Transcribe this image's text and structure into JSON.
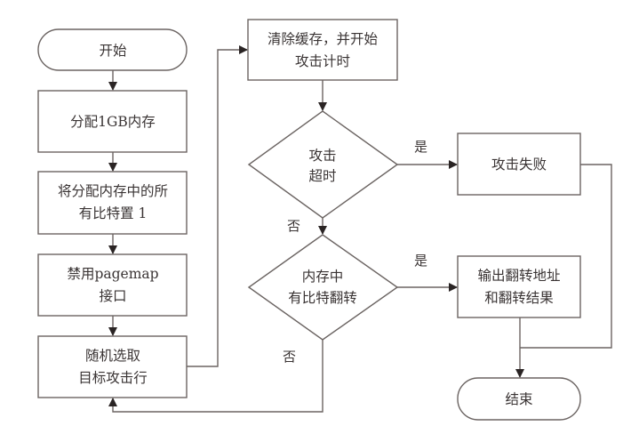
{
  "diagram": {
    "type": "flowchart",
    "nodes": {
      "start": {
        "shape": "terminator",
        "lines": [
          "开始"
        ]
      },
      "alloc": {
        "shape": "process",
        "lines": [
          "分配1GB内存"
        ]
      },
      "set_bits": {
        "shape": "process",
        "lines": [
          "将分配内存中的所",
          "有比特置 1"
        ]
      },
      "disable_pagemap": {
        "shape": "process",
        "lines": [
          "禁用pagemap",
          "接口"
        ]
      },
      "select_row": {
        "shape": "process",
        "lines": [
          "随机选取",
          "目标攻击行"
        ]
      },
      "clear_cache": {
        "shape": "process",
        "lines": [
          "清除缓存，并开始",
          "攻击计时"
        ]
      },
      "timeout": {
        "shape": "decision",
        "lines": [
          "攻击",
          "超时"
        ]
      },
      "bit_flip": {
        "shape": "decision",
        "lines": [
          "内存中",
          "有比特翻转"
        ]
      },
      "attack_fail": {
        "shape": "process",
        "lines": [
          "攻击失败"
        ]
      },
      "output_flip": {
        "shape": "process",
        "lines": [
          "输出翻转地址",
          "和翻转结果"
        ]
      },
      "end": {
        "shape": "terminator",
        "lines": [
          "结束"
        ]
      }
    },
    "edges": [
      {
        "from": "start",
        "to": "alloc",
        "label": ""
      },
      {
        "from": "alloc",
        "to": "set_bits",
        "label": ""
      },
      {
        "from": "set_bits",
        "to": "disable_pagemap",
        "label": ""
      },
      {
        "from": "disable_pagemap",
        "to": "select_row",
        "label": ""
      },
      {
        "from": "select_row",
        "to": "clear_cache",
        "label": ""
      },
      {
        "from": "clear_cache",
        "to": "timeout",
        "label": ""
      },
      {
        "from": "timeout",
        "to": "attack_fail",
        "label": "是"
      },
      {
        "from": "timeout",
        "to": "bit_flip",
        "label": "否"
      },
      {
        "from": "bit_flip",
        "to": "output_flip",
        "label": "是"
      },
      {
        "from": "bit_flip",
        "to": "select_row",
        "label": "否"
      },
      {
        "from": "attack_fail",
        "to": "end",
        "label": ""
      },
      {
        "from": "output_flip",
        "to": "end",
        "label": ""
      }
    ],
    "edge_labels": {
      "timeout_yes": "是",
      "timeout_no": "否",
      "flip_yes": "是",
      "flip_no": "否"
    }
  }
}
